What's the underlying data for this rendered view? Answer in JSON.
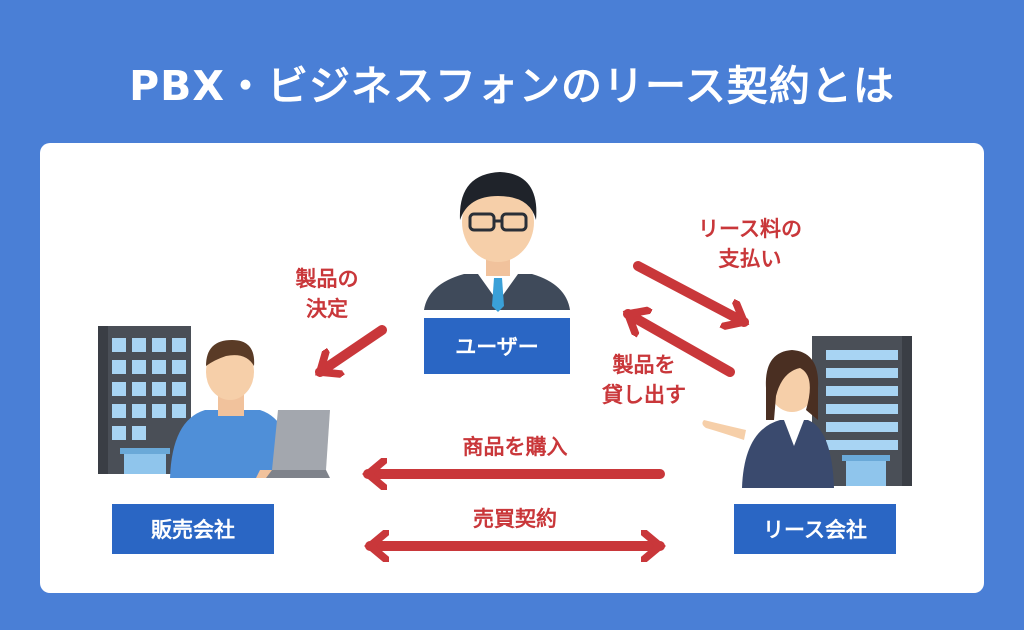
{
  "title": "PBX・ビジネスフォンのリース契約とは",
  "nodes": {
    "user": "ユーザー",
    "seller": "販売会社",
    "lease_company": "リース会社"
  },
  "relations": {
    "decide_product_line1": "製品の",
    "decide_product_line2": "決定",
    "lease_fee_line1": "リース料の",
    "lease_fee_line2": "支払い",
    "lend_product_line1": "製品を",
    "lend_product_line2": "貸し出す",
    "purchase": "商品を購入",
    "sales_contract": "売買契約"
  },
  "colors": {
    "background": "#4a7fd6",
    "label_box": "#2a66c4",
    "arrow": "#c9373a"
  }
}
